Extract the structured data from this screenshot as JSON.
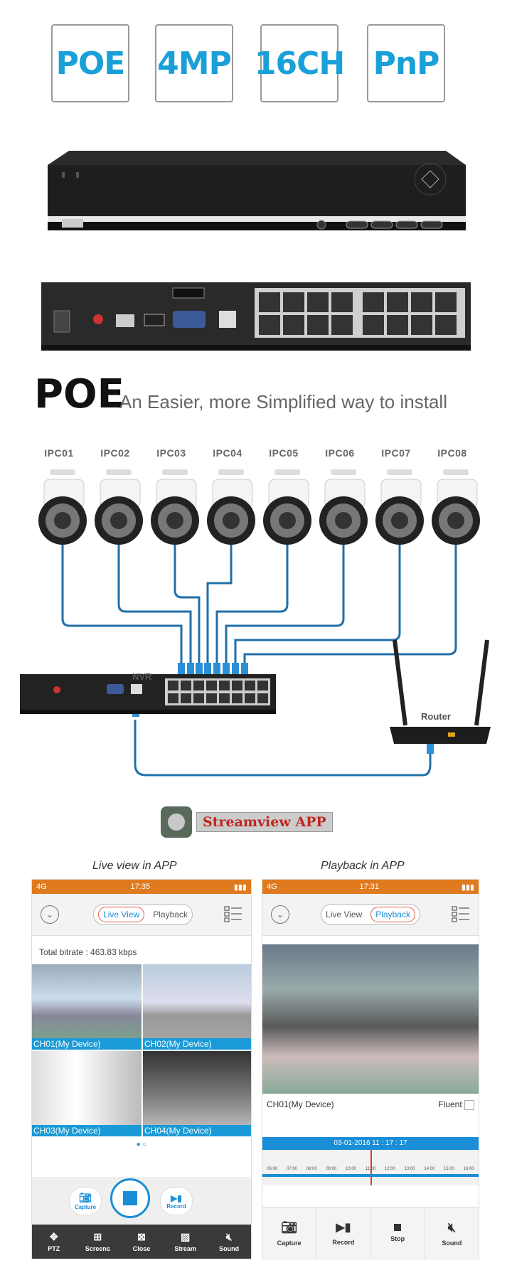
{
  "badges": [
    "POE",
    "4MP",
    "16CH",
    "PnP"
  ],
  "poe": {
    "title": "POE",
    "subtitle": "An Easier, more Simplified way to install"
  },
  "cameras": [
    "IPC01",
    "IPC02",
    "IPC03",
    "IPC04",
    "IPC05",
    "IPC06",
    "IPC07",
    "IPC08"
  ],
  "diagram": {
    "nvr_label": "NVR",
    "router_label": "Router"
  },
  "app_logo_text": "Streamview APP",
  "live": {
    "caption": "Live view in APP",
    "status": {
      "network": "4G",
      "time": "17:35"
    },
    "tabs": {
      "live": "Live View",
      "playback": "Playback"
    },
    "bitrate": "Total bitrate : 463.83 kbps",
    "channels": [
      "CH01(My Device)",
      "CH02(My Device)",
      "CH03(My Device)",
      "CH04(My Device)"
    ],
    "controls": {
      "capture": "Capture",
      "record": "Record"
    },
    "bottom": [
      "PTZ",
      "Screens",
      "Close",
      "Stream",
      "Sound"
    ]
  },
  "playback": {
    "caption": "Playback in APP",
    "status": {
      "network": "4G",
      "time": "17:31"
    },
    "tabs": {
      "live": "Live View",
      "playback": "Playback"
    },
    "channel": "CH01(My Device)",
    "quality": "Fluent",
    "timestamp": "03-01-2016 11 : 17 : 17",
    "timeline_ticks": [
      "06:00",
      "07:00",
      "08:00",
      "09:00",
      "10:00",
      "11:00",
      "12:00",
      "13:00",
      "14:00",
      "15:00",
      "16:00"
    ],
    "bottom": [
      "Capture",
      "Record",
      "Stop",
      "Sound"
    ]
  },
  "colors": {
    "accent": "#1aa0d8",
    "status_bar": "#e07a1e",
    "cable": "#1f6fa8"
  }
}
